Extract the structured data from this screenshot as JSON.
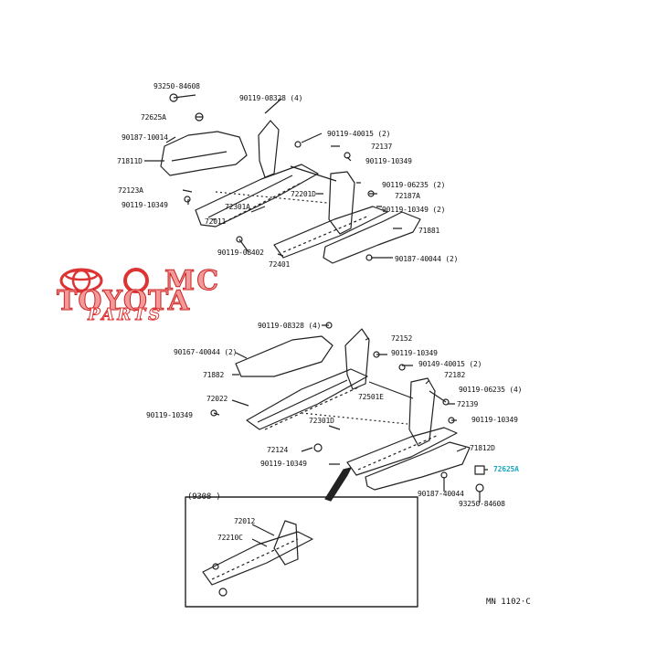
{
  "logo": {
    "line1": "MC",
    "line2": "TOYOTA",
    "line3": "PARTS"
  },
  "figure_code": "MN 1102·C",
  "inset_label": "(9308         )",
  "top_labels": [
    "93250-84608",
    "72625A",
    "90187-10014",
    "71811D",
    "72123A",
    "90119-10349",
    "72011",
    "90119-08402",
    "72301A",
    "72401",
    "90119-08328 (4)",
    "90119-40015 (2)",
    "72137",
    "90119-10349",
    "72201D",
    "72187A",
    "90119-06235 (2)",
    "90119-10349 (2)",
    "71881",
    "90187-40044 (2)"
  ],
  "bottom_labels": [
    "90119-08328 (4)",
    "72152",
    "90167-40044 (2)",
    "90119-10349",
    "90149-40015 (2)",
    "71882",
    "72182",
    "72022",
    "72501E",
    "90119-06235 (4)",
    "72139",
    "90119-10349",
    "90119-10349",
    "72301D",
    "72124",
    "71812D",
    "90119-10349",
    "72625A",
    "90187-40044",
    "93250-84608"
  ],
  "inset_labels": [
    "72012",
    "72210C"
  ],
  "colors": {
    "logo_red": "#e34a4a",
    "highlight": "#1aa7c4",
    "ink": "#111111"
  }
}
